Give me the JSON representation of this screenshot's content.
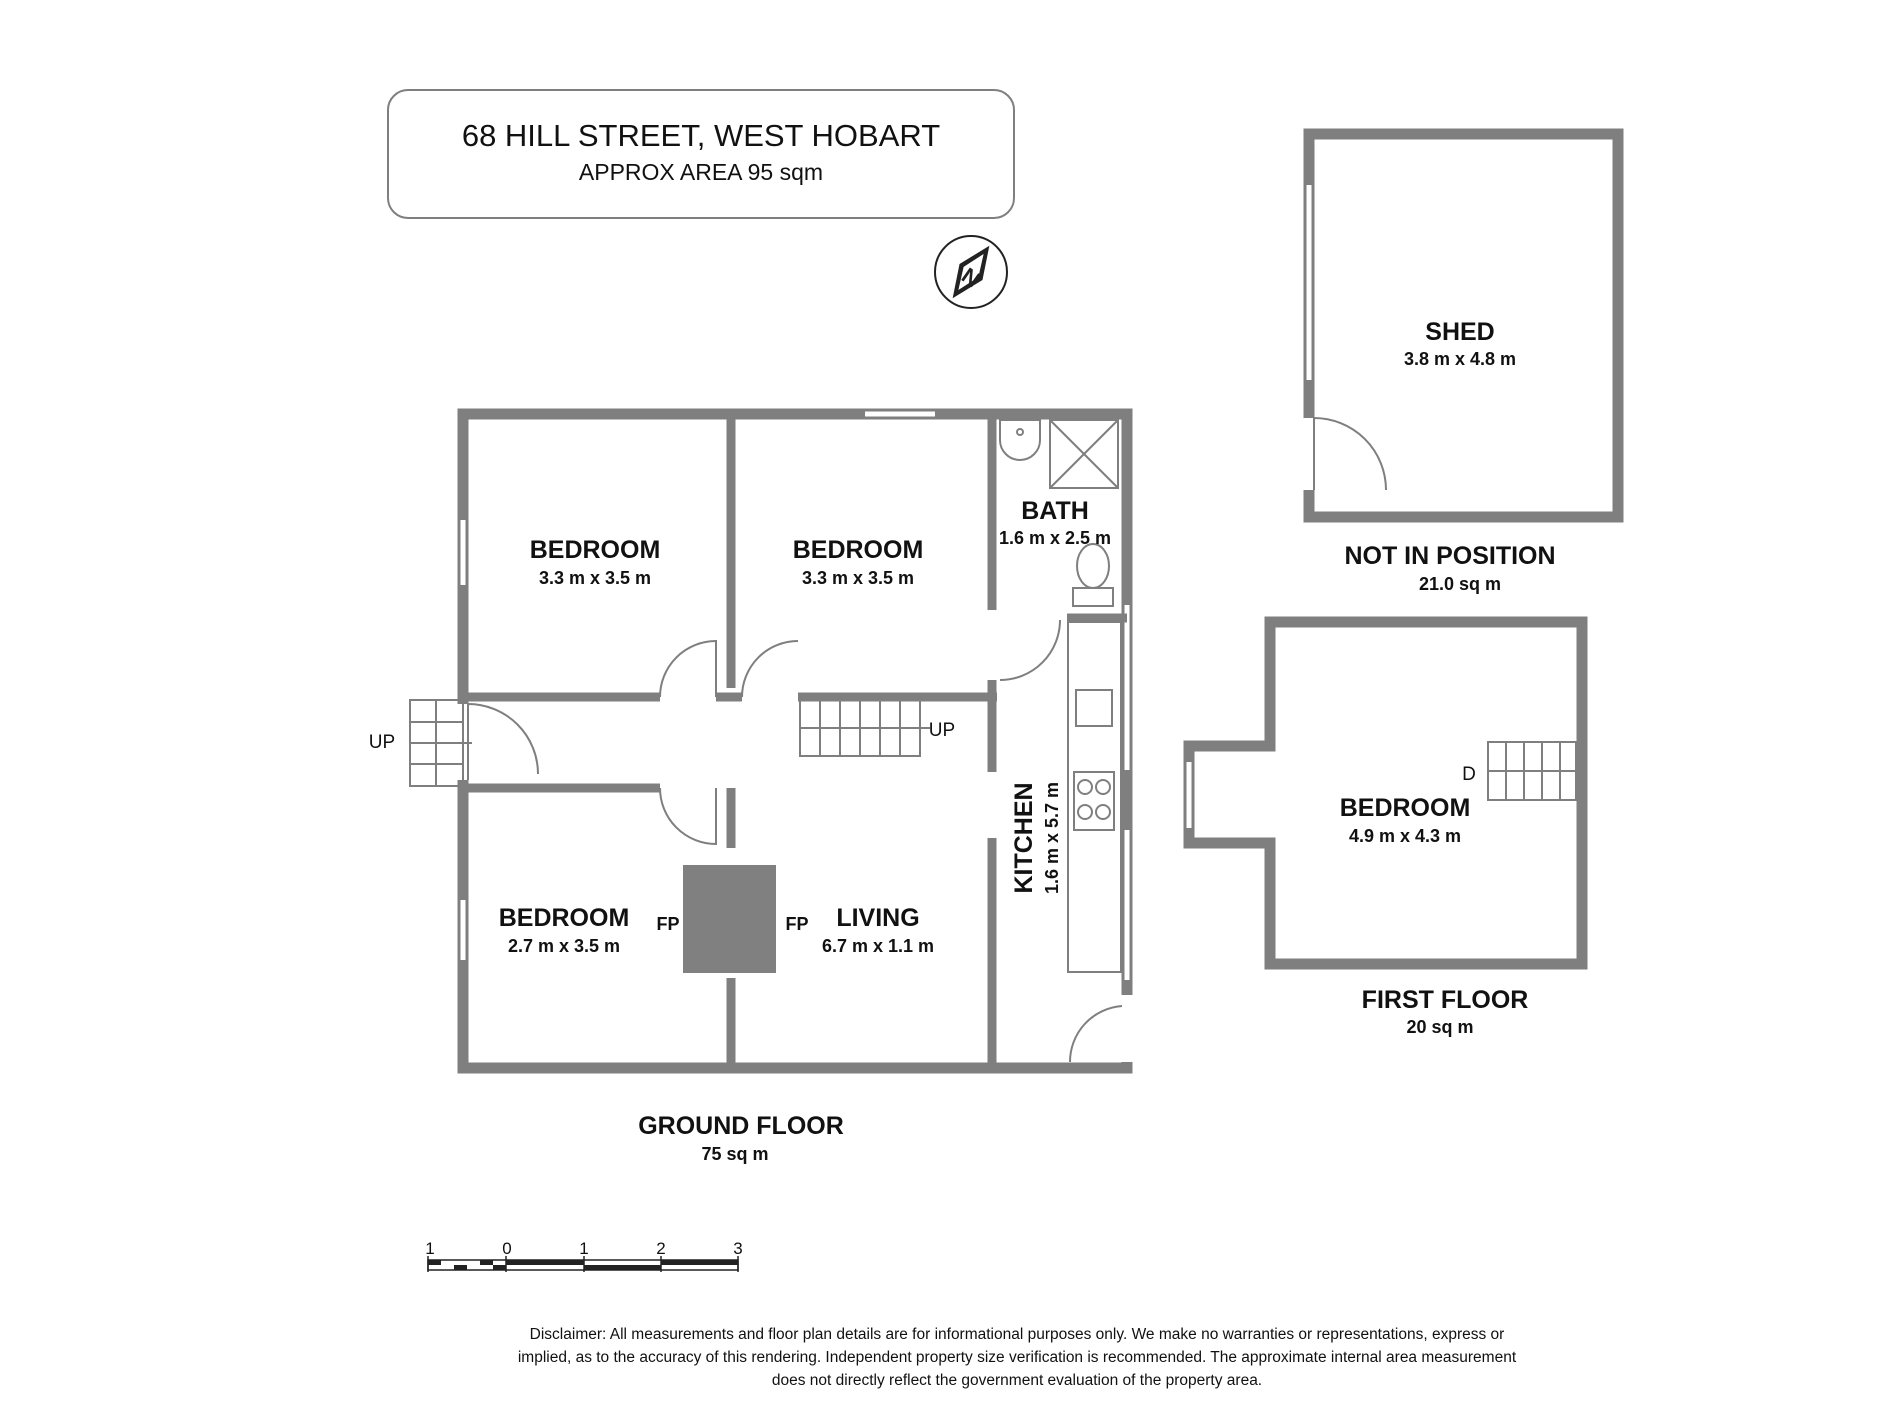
{
  "header": {
    "address": "68 HILL STREET, WEST HOBART",
    "area": "APPROX AREA 95 sqm"
  },
  "ground_floor": {
    "label": "GROUND FLOOR",
    "area": "75 sq m",
    "rooms": {
      "bedroom_1": {
        "name": "BEDROOM",
        "dims": "3.3 m x 3.5 m"
      },
      "bedroom_2": {
        "name": "BEDROOM",
        "dims": "3.3 m x 3.5 m"
      },
      "bath": {
        "name": "BATH",
        "dims": "1.6 m x 2.5 m"
      },
      "bedroom_3": {
        "name": "BEDROOM",
        "dims": "2.7 m x 3.5 m"
      },
      "living": {
        "name": "LIVING",
        "dims": "6.7 m x 1.1 m"
      },
      "kitchen": {
        "name": "KITCHEN",
        "dims": "1.6 m x 5.7 m"
      }
    },
    "labels": {
      "up_entry": "UP",
      "up_stairs": "UP",
      "fp_left": "FP",
      "fp_right": "FP"
    }
  },
  "shed": {
    "name": "SHED",
    "dims": "3.8 m x 4.8 m",
    "note": "NOT IN POSITION",
    "area": "21.0 sq m"
  },
  "first_floor": {
    "label": "FIRST FLOOR",
    "area": "20 sq m",
    "bedroom": {
      "name": "BEDROOM",
      "dims": "4.9 m x 4.3 m"
    },
    "stair_label": "D"
  },
  "scale_bar": {
    "ticks": [
      "1",
      "0",
      "1",
      "2",
      "3"
    ]
  },
  "disclaimer": {
    "line1": "Disclaimer: All measurements and floor plan details are for informational purposes only. We  make no warranties or representations, express or",
    "line2": "implied, as to the accuracy of this rendering. Independent property size verification is recommended. The approximate internal area measurement",
    "line3": "does not directly reflect the government evaluation of the property area."
  },
  "colors": {
    "wall": "#7f7f7f",
    "fireplace": "#808080",
    "text": "#111111"
  }
}
